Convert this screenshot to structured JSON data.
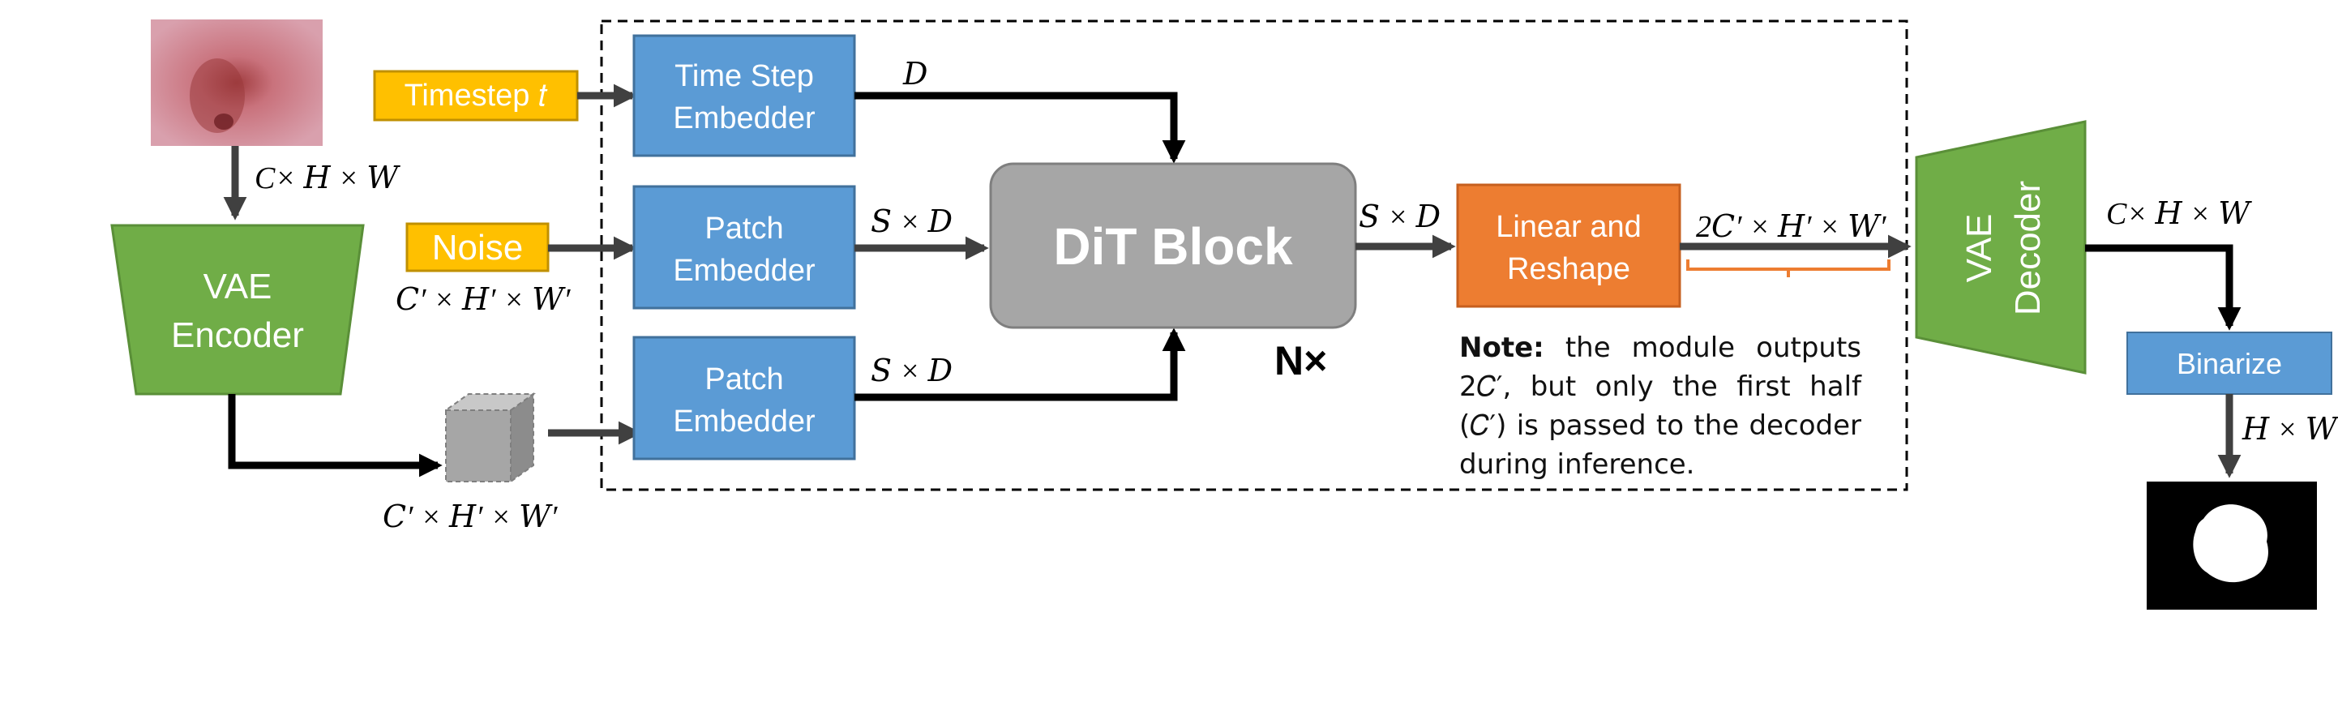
{
  "colors": {
    "blue": "#5b9bd5",
    "green": "#70ad47",
    "orange": "#ed7d31",
    "yellow": "#ffc000",
    "gray": "#a6a6a6",
    "arrow": "#404040",
    "black": "#000000"
  },
  "inputs": {
    "timestep": "Timestep 𝑡",
    "noise": "Noise"
  },
  "modules": {
    "time_step_embedder": [
      "Time Step",
      "Embedder"
    ],
    "patch_embedder_1": [
      "Patch",
      "Embedder"
    ],
    "patch_embedder_2": [
      "Patch",
      "Embedder"
    ],
    "dit_block": "DiT Block",
    "repeat": "N×",
    "linear_reshape": [
      "Linear and",
      "Reshape"
    ],
    "vae_encoder": [
      "VAE",
      "Encoder"
    ],
    "vae_decoder": [
      "VAE",
      "Decoder"
    ],
    "binarize": "Binarize"
  },
  "labels": {
    "input_dims": "C× 𝐻 × 𝑊",
    "noise_dims": "𝐶′ × 𝐻′ × 𝑊′",
    "latent_dims": "𝐶′ × 𝐻′ × 𝑊′",
    "d": "𝐷",
    "sxd_1": "𝑆 × 𝐷",
    "sxd_2": "𝑆 × 𝐷",
    "sxd_out": "𝑆 × 𝐷",
    "linear_out": "2𝐶′ × 𝐻′ × 𝑊′",
    "decoder_out": "C× 𝐻 × 𝑊",
    "mask_dims": "𝐻 × 𝑊"
  },
  "note": {
    "bold": "Note:",
    "text": "the module outputs 2𝐶′, but only the first half (𝐶′) is passed to the decoder during inference."
  },
  "icons": {
    "input_image": "skin-lesion-image",
    "latent_cube": "latent-tensor-cube-icon",
    "output_mask": "segmentation-mask-image"
  }
}
